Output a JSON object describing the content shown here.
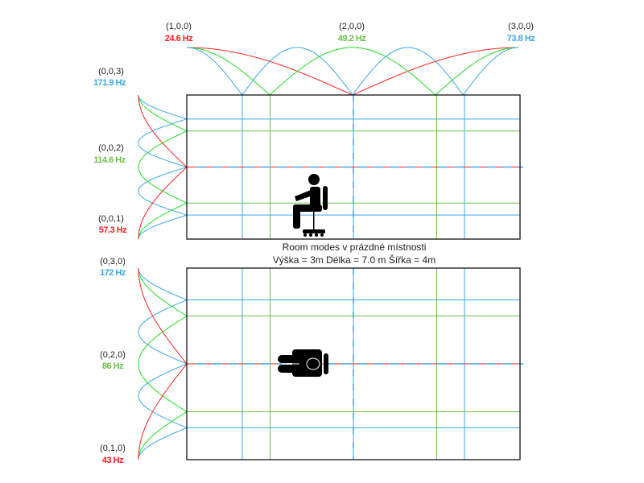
{
  "colors": {
    "mode1": "#ff2020",
    "mode2": "#22dd22",
    "mode3": "#3aa8e8",
    "mode2_label": "#6cc04a",
    "grid_green": "#6cc04a",
    "frame": "#000000"
  },
  "caption": {
    "line1": "Room modes v prázdné místnosti",
    "line2": "Výška = 3m Délka = 7.0 m Šířka = 4m"
  },
  "length_modes": [
    {
      "mode": "(1,0,0)",
      "freq": "24.6 Hz",
      "order": 1
    },
    {
      "mode": "(2,0,0)",
      "freq": "49.2 Hz",
      "order": 2
    },
    {
      "mode": "(3,0,0)",
      "freq": "73.8 Hz",
      "order": 3
    }
  ],
  "height_modes": [
    {
      "mode": "(0,0,3)",
      "freq": "171.9 Hz",
      "order": 3
    },
    {
      "mode": "(0,0,2)",
      "freq": "114.6 Hz",
      "order": 2
    },
    {
      "mode": "(0,0,1)",
      "freq": "57.3 Hz",
      "order": 1
    }
  ],
  "width_modes": [
    {
      "mode": "(0,3,0)",
      "freq": "172 Hz",
      "order": 3
    },
    {
      "mode": "(0,2,0)",
      "freq": "86 Hz",
      "order": 2
    },
    {
      "mode": "(0,1,0)",
      "freq": "43 Hz",
      "order": 1
    }
  ]
}
